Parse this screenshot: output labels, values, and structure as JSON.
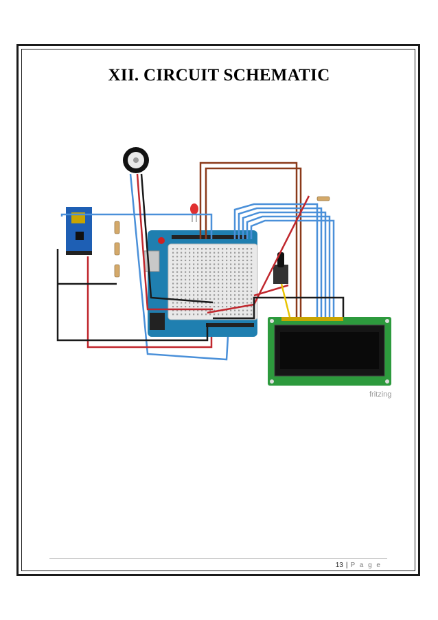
{
  "document": {
    "title": "XII.  CIRCUIT SCHEMATIC",
    "page_number": "13",
    "page_label": "P a g e",
    "separator": "|"
  },
  "schematic": {
    "watermark": "fritzing",
    "components": [
      "heart-rate-sensor",
      "esp8266-wifi-module",
      "resistor",
      "red-led",
      "arduino-uno",
      "breadboard-shield",
      "potentiometer",
      "lcd-16x2"
    ],
    "wire_colors": {
      "red": "#c0272d",
      "black": "#1a1a1a",
      "blue": "#4a90d9",
      "brown": "#8b3a1a",
      "yellow": "#e8c400"
    }
  }
}
